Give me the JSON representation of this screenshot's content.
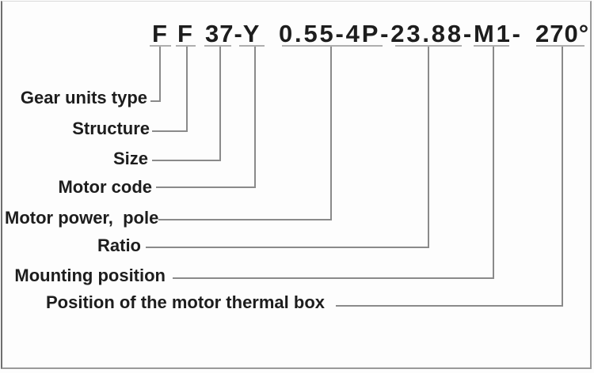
{
  "diagram": {
    "description": "Gear unit model code nomenclature diagram",
    "full_code": "F F 37-Y 0.55-4P-23.88-M1- 270°",
    "code_parts": [
      "F",
      "F",
      "37-Y",
      "0.55-4P-23.88-M1-",
      "270°"
    ],
    "entries": [
      {
        "label": "Gear units type",
        "code": "F"
      },
      {
        "label": "Structure",
        "code": "F"
      },
      {
        "label": "Size",
        "code": "37"
      },
      {
        "label": "Motor code",
        "code": "Y"
      },
      {
        "label": "Motor power,  pole",
        "code": "0.55-4P"
      },
      {
        "label": "Ratio",
        "code": "23.88"
      },
      {
        "label": "Mounting position",
        "code": "M1"
      },
      {
        "label": "Position of the motor thermal box",
        "code": "270°"
      }
    ],
    "colors": {
      "text": "#1d1d1d",
      "connector_line": "#8a8a8a",
      "underline_tick": "#aeaeae",
      "background": "#fdfdfd",
      "frame_border": "#9a9a9a"
    }
  }
}
